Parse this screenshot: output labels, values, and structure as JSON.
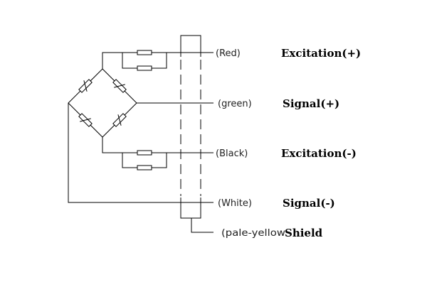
{
  "wires": [
    {
      "color_label": "(Red)",
      "signal": "Excitation(+)"
    },
    {
      "color_label": "(green)",
      "signal": "Signal(+)"
    },
    {
      "color_label": "(Black)",
      "signal": "Excitation(-)"
    },
    {
      "color_label": "(White)",
      "signal": "Signal(-)"
    },
    {
      "color_label": "(pale-yellow",
      "signal": "Shield"
    }
  ]
}
